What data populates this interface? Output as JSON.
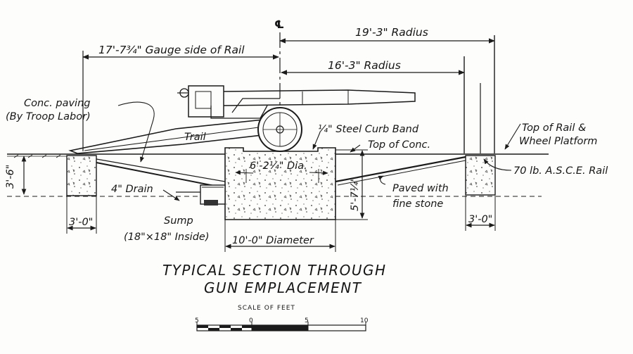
{
  "labels": {
    "centerline": "℄",
    "radius_outer": "19'-3\" Radius",
    "gauge_side": "17'-7¾\" Gauge side of Rail",
    "radius_inner": "16'-3\" Radius",
    "conc_paving_1": "Conc. paving",
    "conc_paving_2": "(By Troop Labor)",
    "trail": "Trail",
    "steel_curb_band": "¼\" Steel Curb Band",
    "top_of_rail_1": "Top of Rail &",
    "top_of_rail_2": "Wheel Platform",
    "top_of_conc": "Top of Conc.",
    "depth_left": "3'-6\"",
    "pier_dia": "6'-2¼\" Dia.",
    "rail_spec": "70 lb. A.S.C.E. Rail",
    "drain": "4\" Drain",
    "pier_depth": "5'-7¼\"",
    "paved_1": "Paved with",
    "paved_2": "fine stone",
    "sump": "Sump",
    "sump_size": "(18\"×18\" Inside)",
    "left_footing": "3'-0\"",
    "pier_diameter": "10'-0\" Diameter",
    "right_footing": "3'-0\""
  },
  "title": {
    "line1": "TYPICAL SECTION THROUGH",
    "line2": "GUN EMPLACEMENT"
  },
  "scale": {
    "label": "SCALE OF FEET",
    "ticks": [
      "5",
      "0",
      "5",
      "10"
    ]
  }
}
